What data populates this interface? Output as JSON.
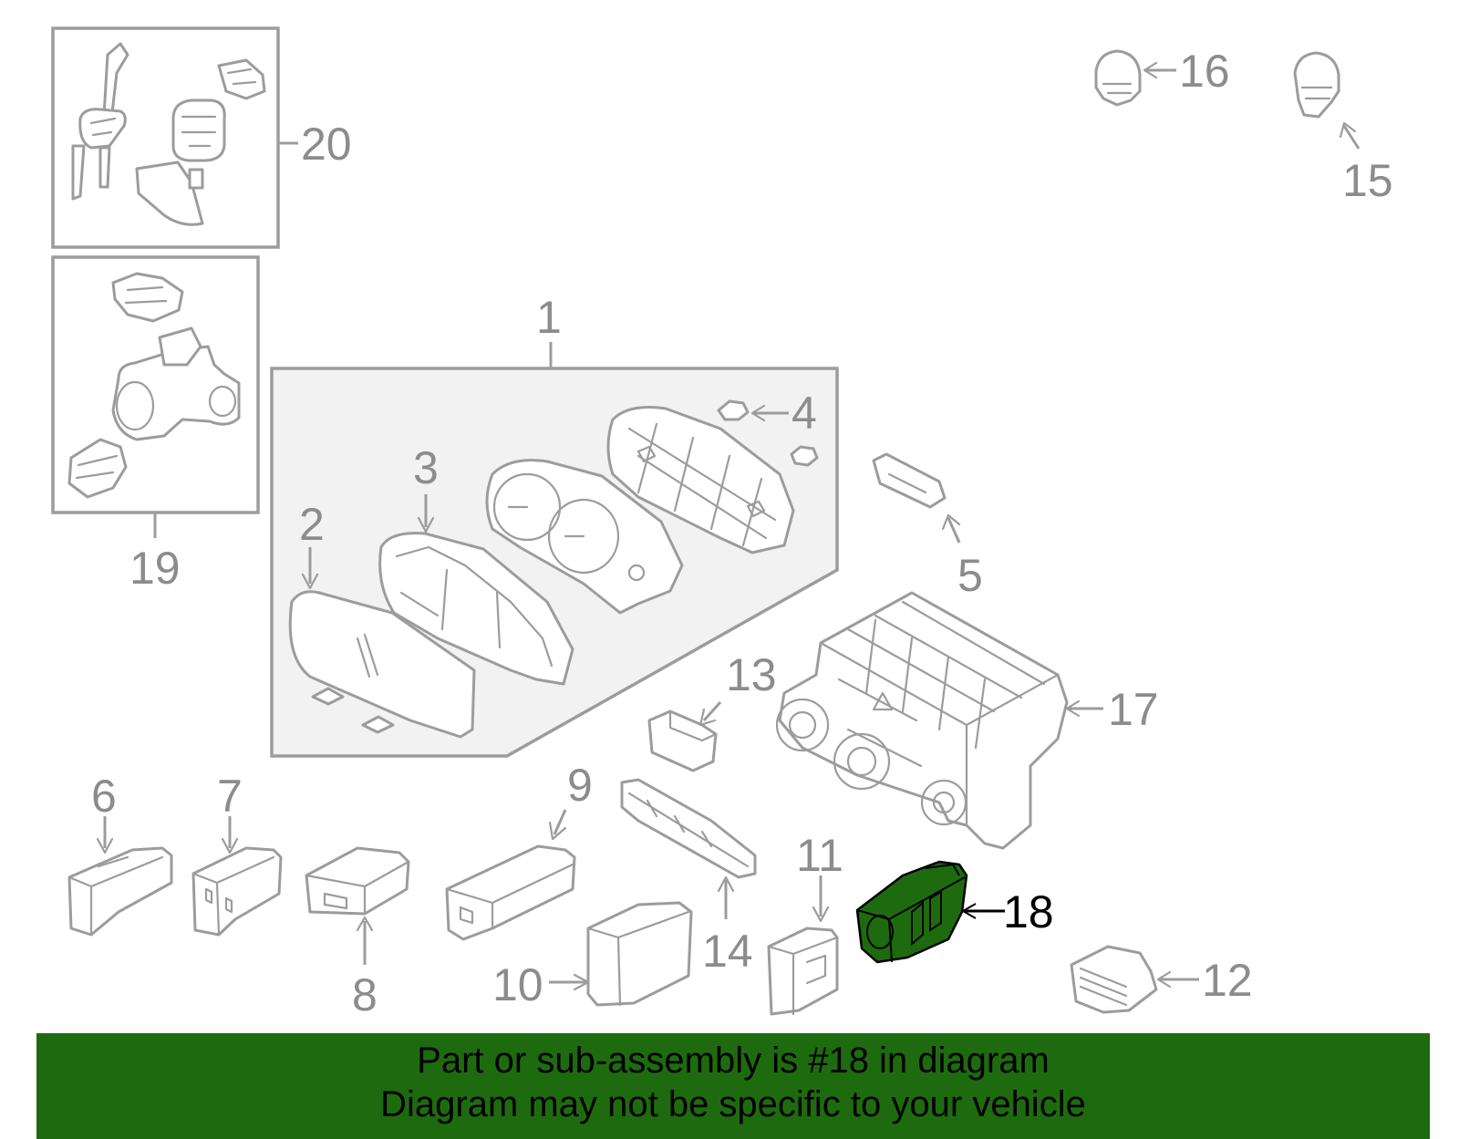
{
  "diagram": {
    "highlight_color": "#1e6b0f",
    "callouts": {
      "n1": "1",
      "n2": "2",
      "n3": "3",
      "n4": "4",
      "n5": "5",
      "n6": "6",
      "n7": "7",
      "n8": "8",
      "n9": "9",
      "n10": "10",
      "n11": "11",
      "n12": "12",
      "n13": "13",
      "n14": "14",
      "n15": "15",
      "n16": "16",
      "n17": "17",
      "n18": "18",
      "n19": "19",
      "n20": "20"
    }
  },
  "banner": {
    "line1": "Part or sub-assembly is #18 in diagram",
    "line2": "Diagram may not be specific to your vehicle"
  }
}
